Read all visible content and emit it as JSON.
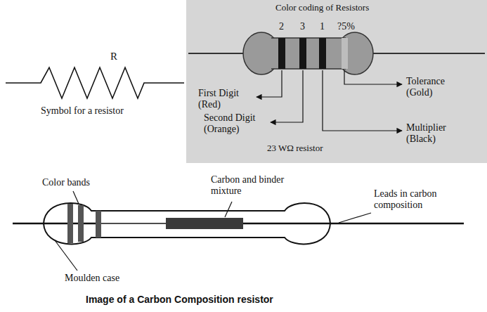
{
  "diagram": {
    "caption": "Image of a Carbon Composition resistor",
    "labels": [
      "R",
      "Symbol for a resistor",
      "Color coding of Resistors",
      "2",
      "3",
      "1",
      "?5%",
      "First Digit (Red)",
      "Second Digit (Orange)",
      "Multiplier (Black)",
      "Tolerance (Gold)",
      "23 WΩ resistor",
      "Color bands",
      "Carbon and binder mixture",
      "Leads in carbon composition",
      "Moulden case"
    ]
  }
}
